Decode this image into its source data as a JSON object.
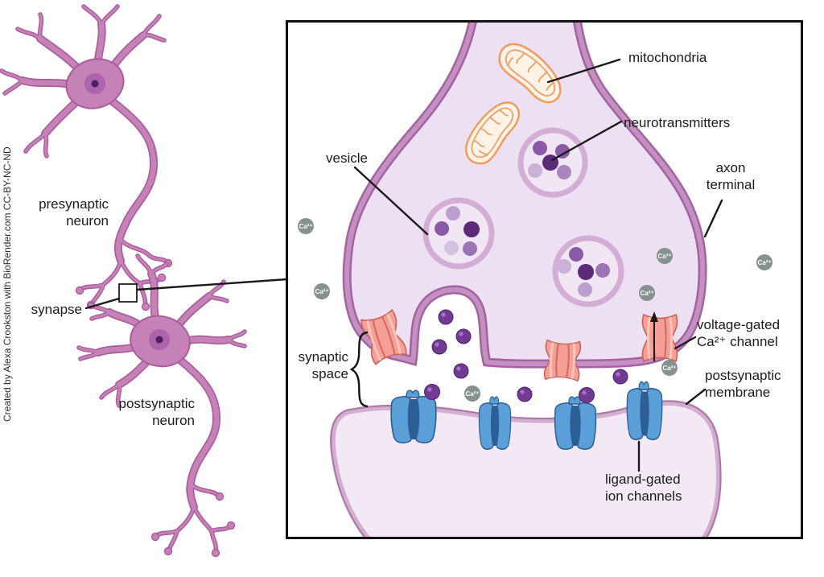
{
  "figure": {
    "attribution": "Created by Alexa Crookston with BioRender.com CC-BY-NC-ND",
    "overview": {
      "labels": {
        "presynaptic_neuron": "presynaptic\nneuron",
        "synapse": "synapse",
        "postsynaptic_neuron": "postsynaptic\nneuron"
      }
    },
    "inset": {
      "labels": {
        "vesicle": "vesicle",
        "mitochondria": "mitochondria",
        "neurotransmitters": "neurotransmitters",
        "axon_terminal": "axon\nterminal",
        "voltage_gated_channel": "voltage-gated\nCa²⁺ channel",
        "postsynaptic_membrane": "postsynaptic\nmembrane",
        "ligand_gated_channels": "ligand-gated\nion channels",
        "synaptic_space": "synaptic\nspace"
      },
      "ca_ion_label": "Ca²⁺",
      "depicted_counts": {
        "mitochondria": 2,
        "vesicles": 3,
        "voltage_gated_channels": 3,
        "ligand_gated_channels": 4,
        "calcium_ions": 7,
        "free_neurotransmitters": 8
      }
    },
    "colors": {
      "neuron_pink": "#c681b6",
      "membrane_purple": "#a263a0",
      "cytoplasm_lavender": "#ece0f2",
      "vesicle_ring": "#d4add6",
      "mitochondria_orange": "#f0a468",
      "neurotransmitter_purple": "#713b93",
      "calcium_gray": "#859290",
      "voltage_channel_salmon": "#f4a096",
      "ligand_channel_blue": "#5b9fd8",
      "postsynaptic_fill": "#f2e9f4"
    }
  }
}
